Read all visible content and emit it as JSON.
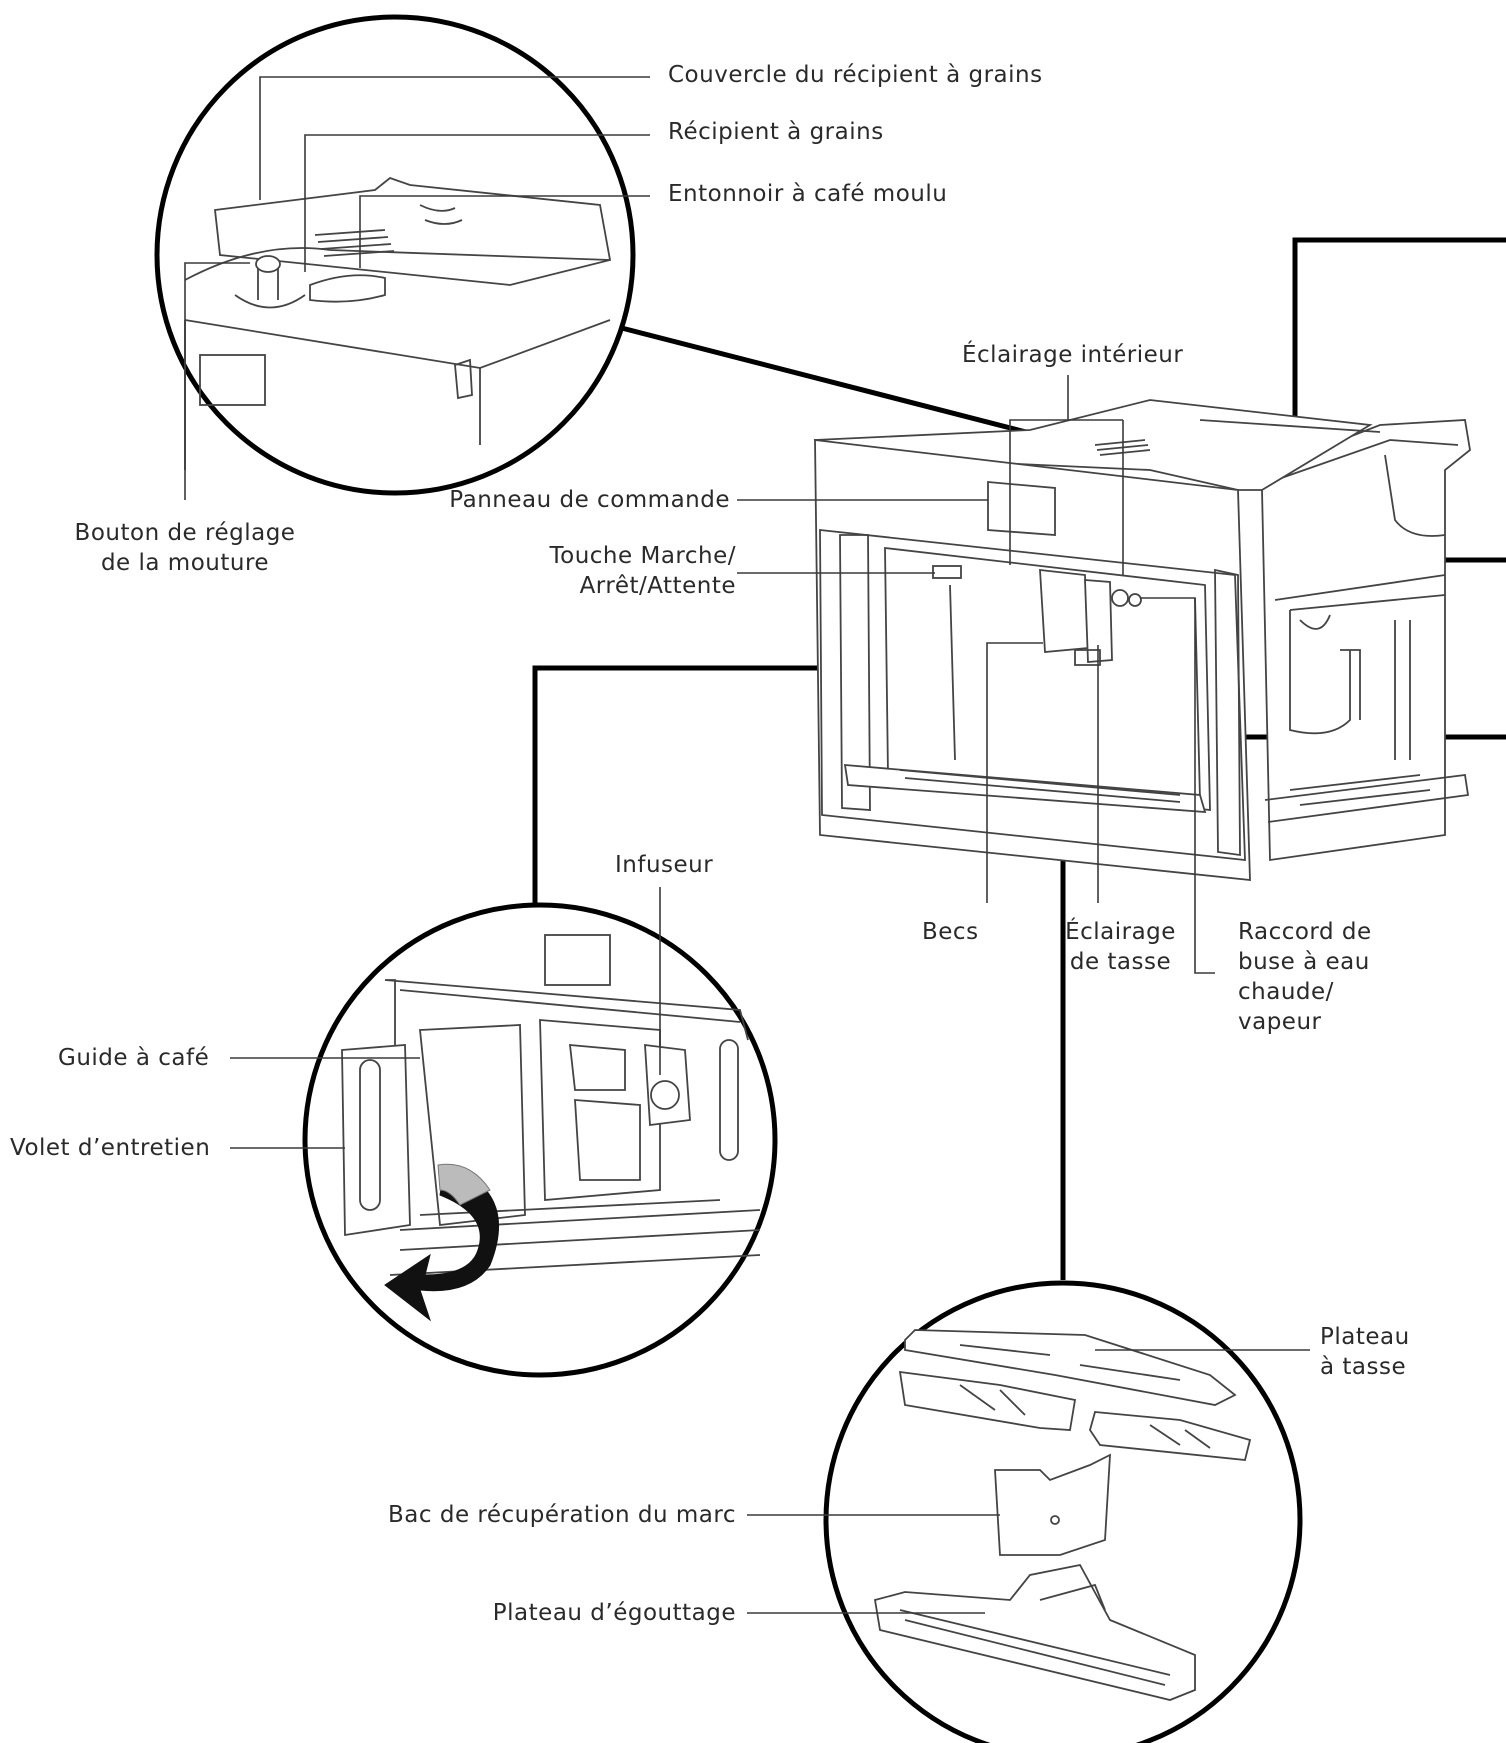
{
  "labels": {
    "bean_lid": "Couvercle du récipient à grains",
    "bean_container": "Récipient à grains",
    "ground_funnel": "Entonnoir à café moulu",
    "grind_knob_line1": "Bouton de réglage",
    "grind_knob_line2": "de la mouture",
    "interior_light": "Éclairage intérieur",
    "control_panel": "Panneau de commande",
    "power_key_line1": "Touche Marche/",
    "power_key_line2": "Arrêt/Attente",
    "brewer": "Infuseur",
    "spouts": "Becs",
    "cup_light_line1": "Éclairage",
    "cup_light_line2": "de tasse",
    "nozzle_line1": "Raccord de",
    "nozzle_line2": "buse à eau",
    "nozzle_line3": "chaude/",
    "nozzle_line4": "vapeur",
    "coffee_guide": "Guide à café",
    "service_door": "Volet d’entretien",
    "cup_tray_line1": "Plateau",
    "cup_tray_line2": "à tasse",
    "grounds_bin": "Bac de récupération du marc",
    "drip_tray": "Plateau d’égouttage"
  }
}
